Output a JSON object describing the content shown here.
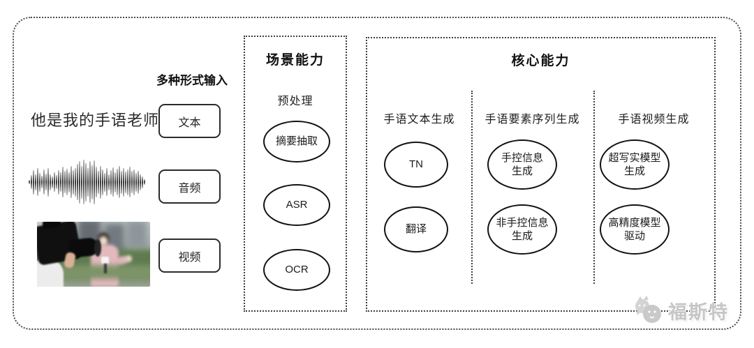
{
  "colors": {
    "frame_border": "#4a4a4a",
    "box_border": "#3d3d3d",
    "text": "#1f1f1f",
    "watermark": "#c6c6c6"
  },
  "input_section": {
    "label": "多种形式输入",
    "sample_text": "他是我的手语老师",
    "modes": [
      {
        "label": "文本"
      },
      {
        "label": "音频"
      },
      {
        "label": "视频"
      }
    ],
    "waveform_amplitudes": [
      0.1,
      0.32,
      0.55,
      0.36,
      0.62,
      0.42,
      0.28,
      0.56,
      0.38,
      0.64,
      0.36,
      0.26,
      0.44,
      0.32,
      0.54,
      0.44,
      0.68,
      0.5,
      0.6,
      0.46,
      0.72,
      0.54,
      0.64,
      0.82,
      0.96,
      0.74,
      1.0,
      0.86,
      0.64,
      0.94,
      0.76,
      0.98,
      0.68,
      0.52,
      0.74,
      0.58,
      0.42,
      0.62,
      0.36,
      0.54,
      0.66,
      0.46,
      0.6,
      0.72,
      0.52,
      0.64,
      0.48,
      0.58,
      0.68,
      0.5,
      0.58,
      0.42,
      0.52,
      0.36,
      0.26,
      0.12
    ]
  },
  "scene_box": {
    "title": "场景能力",
    "subtitle": "预处理",
    "nodes": [
      "摘要抽取",
      "ASR",
      "OCR"
    ]
  },
  "core_box": {
    "title": "核心能力",
    "columns": [
      {
        "header": "手语文本生成",
        "nodes": [
          "TN",
          "翻译"
        ]
      },
      {
        "header": "手语要素序列生成",
        "nodes": [
          "手控信息\n生成",
          "非手控信息\n生成"
        ]
      },
      {
        "header": "手语视频生成",
        "nodes": [
          "超写实模型\n生成",
          "高精度模型\n驱动"
        ]
      }
    ]
  },
  "watermark": {
    "text": "福斯特",
    "icon": "mascot-cat"
  },
  "icons": {
    "waveform": "audio-waveform",
    "video_preview": "reporter-photo"
  }
}
